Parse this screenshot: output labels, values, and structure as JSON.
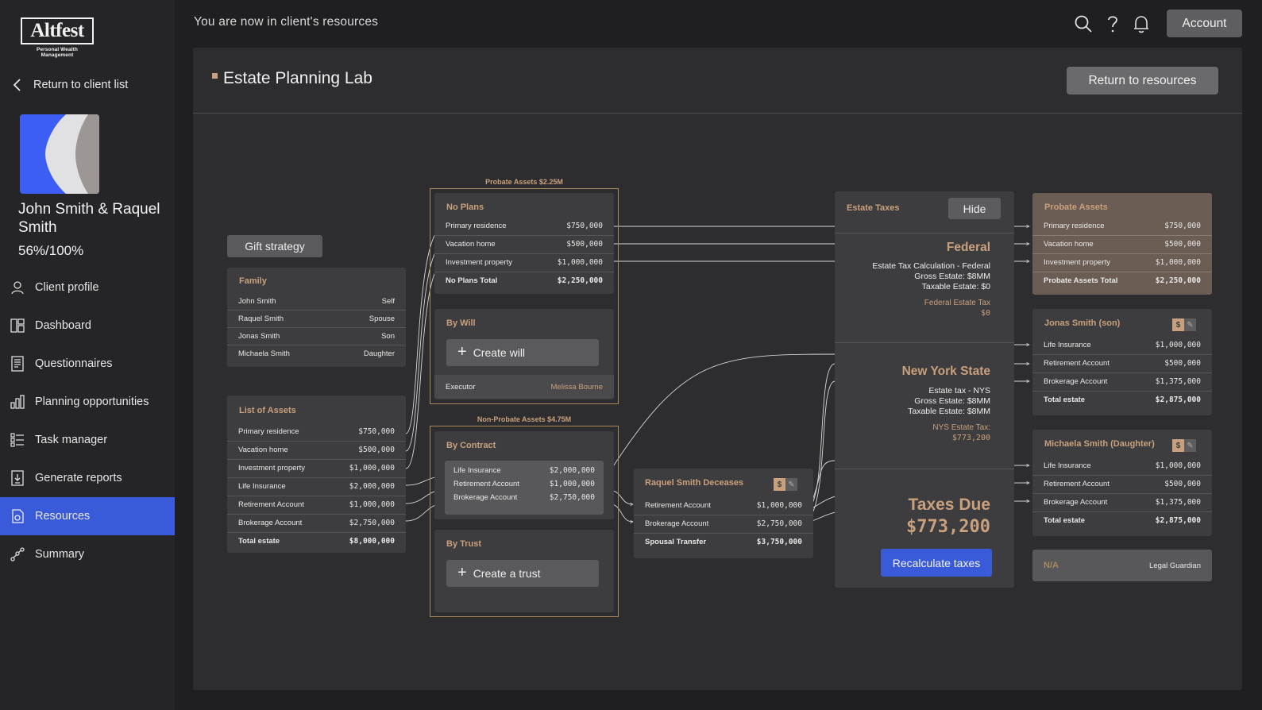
{
  "topbar": {
    "title": "You are now in client's resources",
    "account_label": "Account"
  },
  "sidebar": {
    "logo_text": "Altfest",
    "logo_sub": "Personal Wealth Management",
    "back_label": "Return to client list",
    "client_name": "John Smith & Raquel Smith",
    "client_pct": "56%/100%",
    "items": [
      {
        "label": "Client profile",
        "icon": "person-icon"
      },
      {
        "label": "Dashboard",
        "icon": "dashboard-icon"
      },
      {
        "label": "Questionnaires",
        "icon": "questionnaire-icon"
      },
      {
        "label": "Planning opportunities",
        "icon": "bar-chart-icon"
      },
      {
        "label": "Task manager",
        "icon": "task-list-icon"
      },
      {
        "label": "Generate reports",
        "icon": "report-icon"
      },
      {
        "label": "Resources",
        "icon": "resources-icon",
        "active": true
      },
      {
        "label": "Summary",
        "icon": "summary-icon"
      }
    ]
  },
  "main": {
    "title": "Estate Planning Lab",
    "return_label": "Return to resources",
    "gift_strategy_label": "Gift strategy",
    "family": {
      "title": "Family",
      "members": [
        {
          "name": "John Smith",
          "relation": "Self"
        },
        {
          "name": "Raquel Smith",
          "relation": "Spouse"
        },
        {
          "name": "Jonas Smith",
          "relation": "Son"
        },
        {
          "name": "Michaela Smith",
          "relation": "Daughter"
        }
      ]
    },
    "assets": {
      "title": "List of Assets",
      "rows": [
        {
          "name": "Primary residence",
          "value": "$750,000"
        },
        {
          "name": "Vacation home",
          "value": "$500,000"
        },
        {
          "name": "Investment property",
          "value": "$1,000,000"
        },
        {
          "name": "Life Insurance",
          "value": "$2,000,000"
        },
        {
          "name": "Retirement Account",
          "value": "$1,000,000"
        },
        {
          "name": "Brokerage Account",
          "value": "$2,750,000"
        }
      ],
      "total_label": "Total estate",
      "total_value": "$8,000,000"
    },
    "probate_group_label": "Probate Assets $2.25M",
    "no_plans": {
      "title": "No Plans",
      "rows": [
        {
          "name": "Primary residence",
          "value": "$750,000"
        },
        {
          "name": "Vacation home",
          "value": "$500,000"
        },
        {
          "name": "Investment property",
          "value": "$1,000,000"
        }
      ],
      "total_label": "No Plans Total",
      "total_value": "$2,250,000"
    },
    "by_will": {
      "title": "By Will",
      "create_label": "Create will",
      "executor_label": "Executor",
      "executor_value": "Melissa Bourne"
    },
    "nonprobate_group_label": "Non-Probate Assets $4.75M",
    "by_contract": {
      "title": "By Contract",
      "rows": [
        {
          "name": "Life Insurance",
          "value": "$2,000,000"
        },
        {
          "name": "Retirement Account",
          "value": "$1,000,000"
        },
        {
          "name": "Brokerage Account",
          "value": "$2,750,000"
        }
      ]
    },
    "by_trust": {
      "title": "By Trust",
      "create_label": "Create a trust"
    },
    "deceases": {
      "title": "Raquel Smith Deceases",
      "rows": [
        {
          "name": "Retirement Account",
          "value": "$1,000,000"
        },
        {
          "name": "Brokerage Account",
          "value": "$2,750,000"
        }
      ],
      "total_label": "Spousal Transfer",
      "total_value": "$3,750,000"
    },
    "estate_taxes": {
      "title": "Estate Taxes",
      "hide_label": "Hide",
      "federal_title": "Federal",
      "federal_lines": [
        "Estate Tax Calculation - Federal",
        "Gross Estate: $8MM",
        "Taxable Estate: $0"
      ],
      "federal_tax_label": "Federal Estate Tax",
      "federal_tax_value": "$0",
      "ny_title": "New York State",
      "ny_lines": [
        "Estate tax - NYS",
        "Gross Estate: $8MM",
        "Taxable Estate: $8MM"
      ],
      "ny_tax_label": "NYS Estate Tax:",
      "ny_tax_value": "$773,200",
      "due_label": "Taxes Due",
      "due_value": "$773,200",
      "recalc_label": "Recalculate taxes"
    },
    "probate_assets": {
      "title": "Probate Assets",
      "rows": [
        {
          "name": "Primary residence",
          "value": "$750,000"
        },
        {
          "name": "Vacation home",
          "value": "$500,000"
        },
        {
          "name": "Investment property",
          "value": "$1,000,000"
        }
      ],
      "total_label": "Probate Assets Total",
      "total_value": "$2,250,000"
    },
    "jonas": {
      "title": "Jonas Smith (son)",
      "rows": [
        {
          "name": "Life Insurance",
          "value": "$1,000,000"
        },
        {
          "name": "Retirement Account",
          "value": "$500,000"
        },
        {
          "name": "Brokerage Account",
          "value": "$1,375,000"
        }
      ],
      "total_label": "Total estate",
      "total_value": "$2,875,000"
    },
    "michaela": {
      "title": "Michaela Smith (Daughter)",
      "rows": [
        {
          "name": "Life Insurance",
          "value": "$1,000,000"
        },
        {
          "name": "Retirement Account",
          "value": "$500,000"
        },
        {
          "name": "Brokerage Account",
          "value": "$1,375,000"
        }
      ],
      "total_label": "Total estate",
      "total_value": "$2,875,000"
    },
    "guardian": {
      "label": "N/A",
      "value": "Legal Guardian"
    },
    "mini_dollar": "$"
  }
}
